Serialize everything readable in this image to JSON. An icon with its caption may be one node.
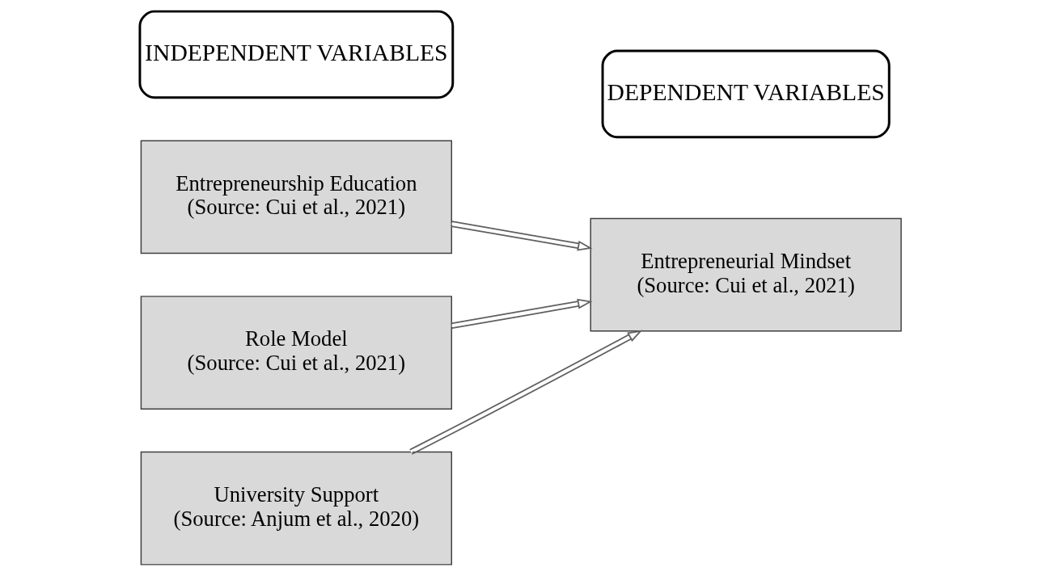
{
  "diagram": {
    "nodes": [
      {
        "text": [
          "INDEPENDENT VARIABLES"
        ]
      },
      {
        "text": [
          "DEPENDENT VARIABLES"
        ]
      },
      {
        "text": [
          "Entrepreneurship Education",
          "(Source: Cui et al., 2021)"
        ]
      },
      {
        "text": [
          "Role Model",
          "(Source: Cui et al., 2021)"
        ]
      },
      {
        "text": [
          "University Support",
          "(Source: Anjum et al., 2020)"
        ]
      },
      {
        "text": [
          "Entrepreneurial Mindset",
          "(Source: Cui et al., 2021)"
        ]
      }
    ],
    "edges": [
      {
        "from": 2,
        "to": 5,
        "arrow": "to"
      },
      {
        "from": 3,
        "to": 5,
        "arrow": "to"
      },
      {
        "from": 4,
        "to": 5,
        "arrow": "to"
      }
    ]
  }
}
